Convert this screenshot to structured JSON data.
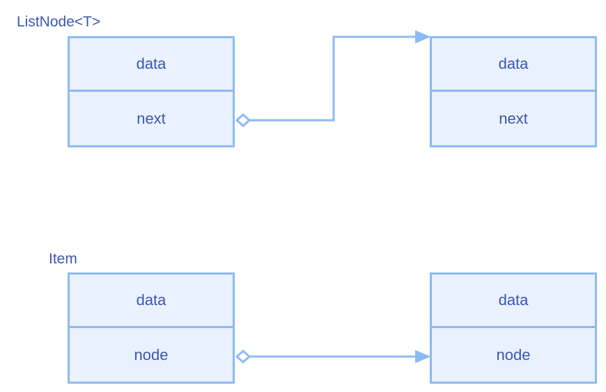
{
  "top_diagram": {
    "title": "ListNode<T>",
    "left_node": {
      "field1": "data",
      "field2": "next"
    },
    "right_node": {
      "field1": "data",
      "field2": "next"
    }
  },
  "bottom_diagram": {
    "title": "Item",
    "left_node": {
      "field1": "data",
      "field2": "node"
    },
    "right_node": {
      "field1": "data",
      "field2": "node"
    }
  },
  "colors": {
    "box_fill": "#eaf2ff",
    "box_border": "#8db9f5",
    "text": "#3b56b0",
    "connector": "#8db9f5"
  }
}
